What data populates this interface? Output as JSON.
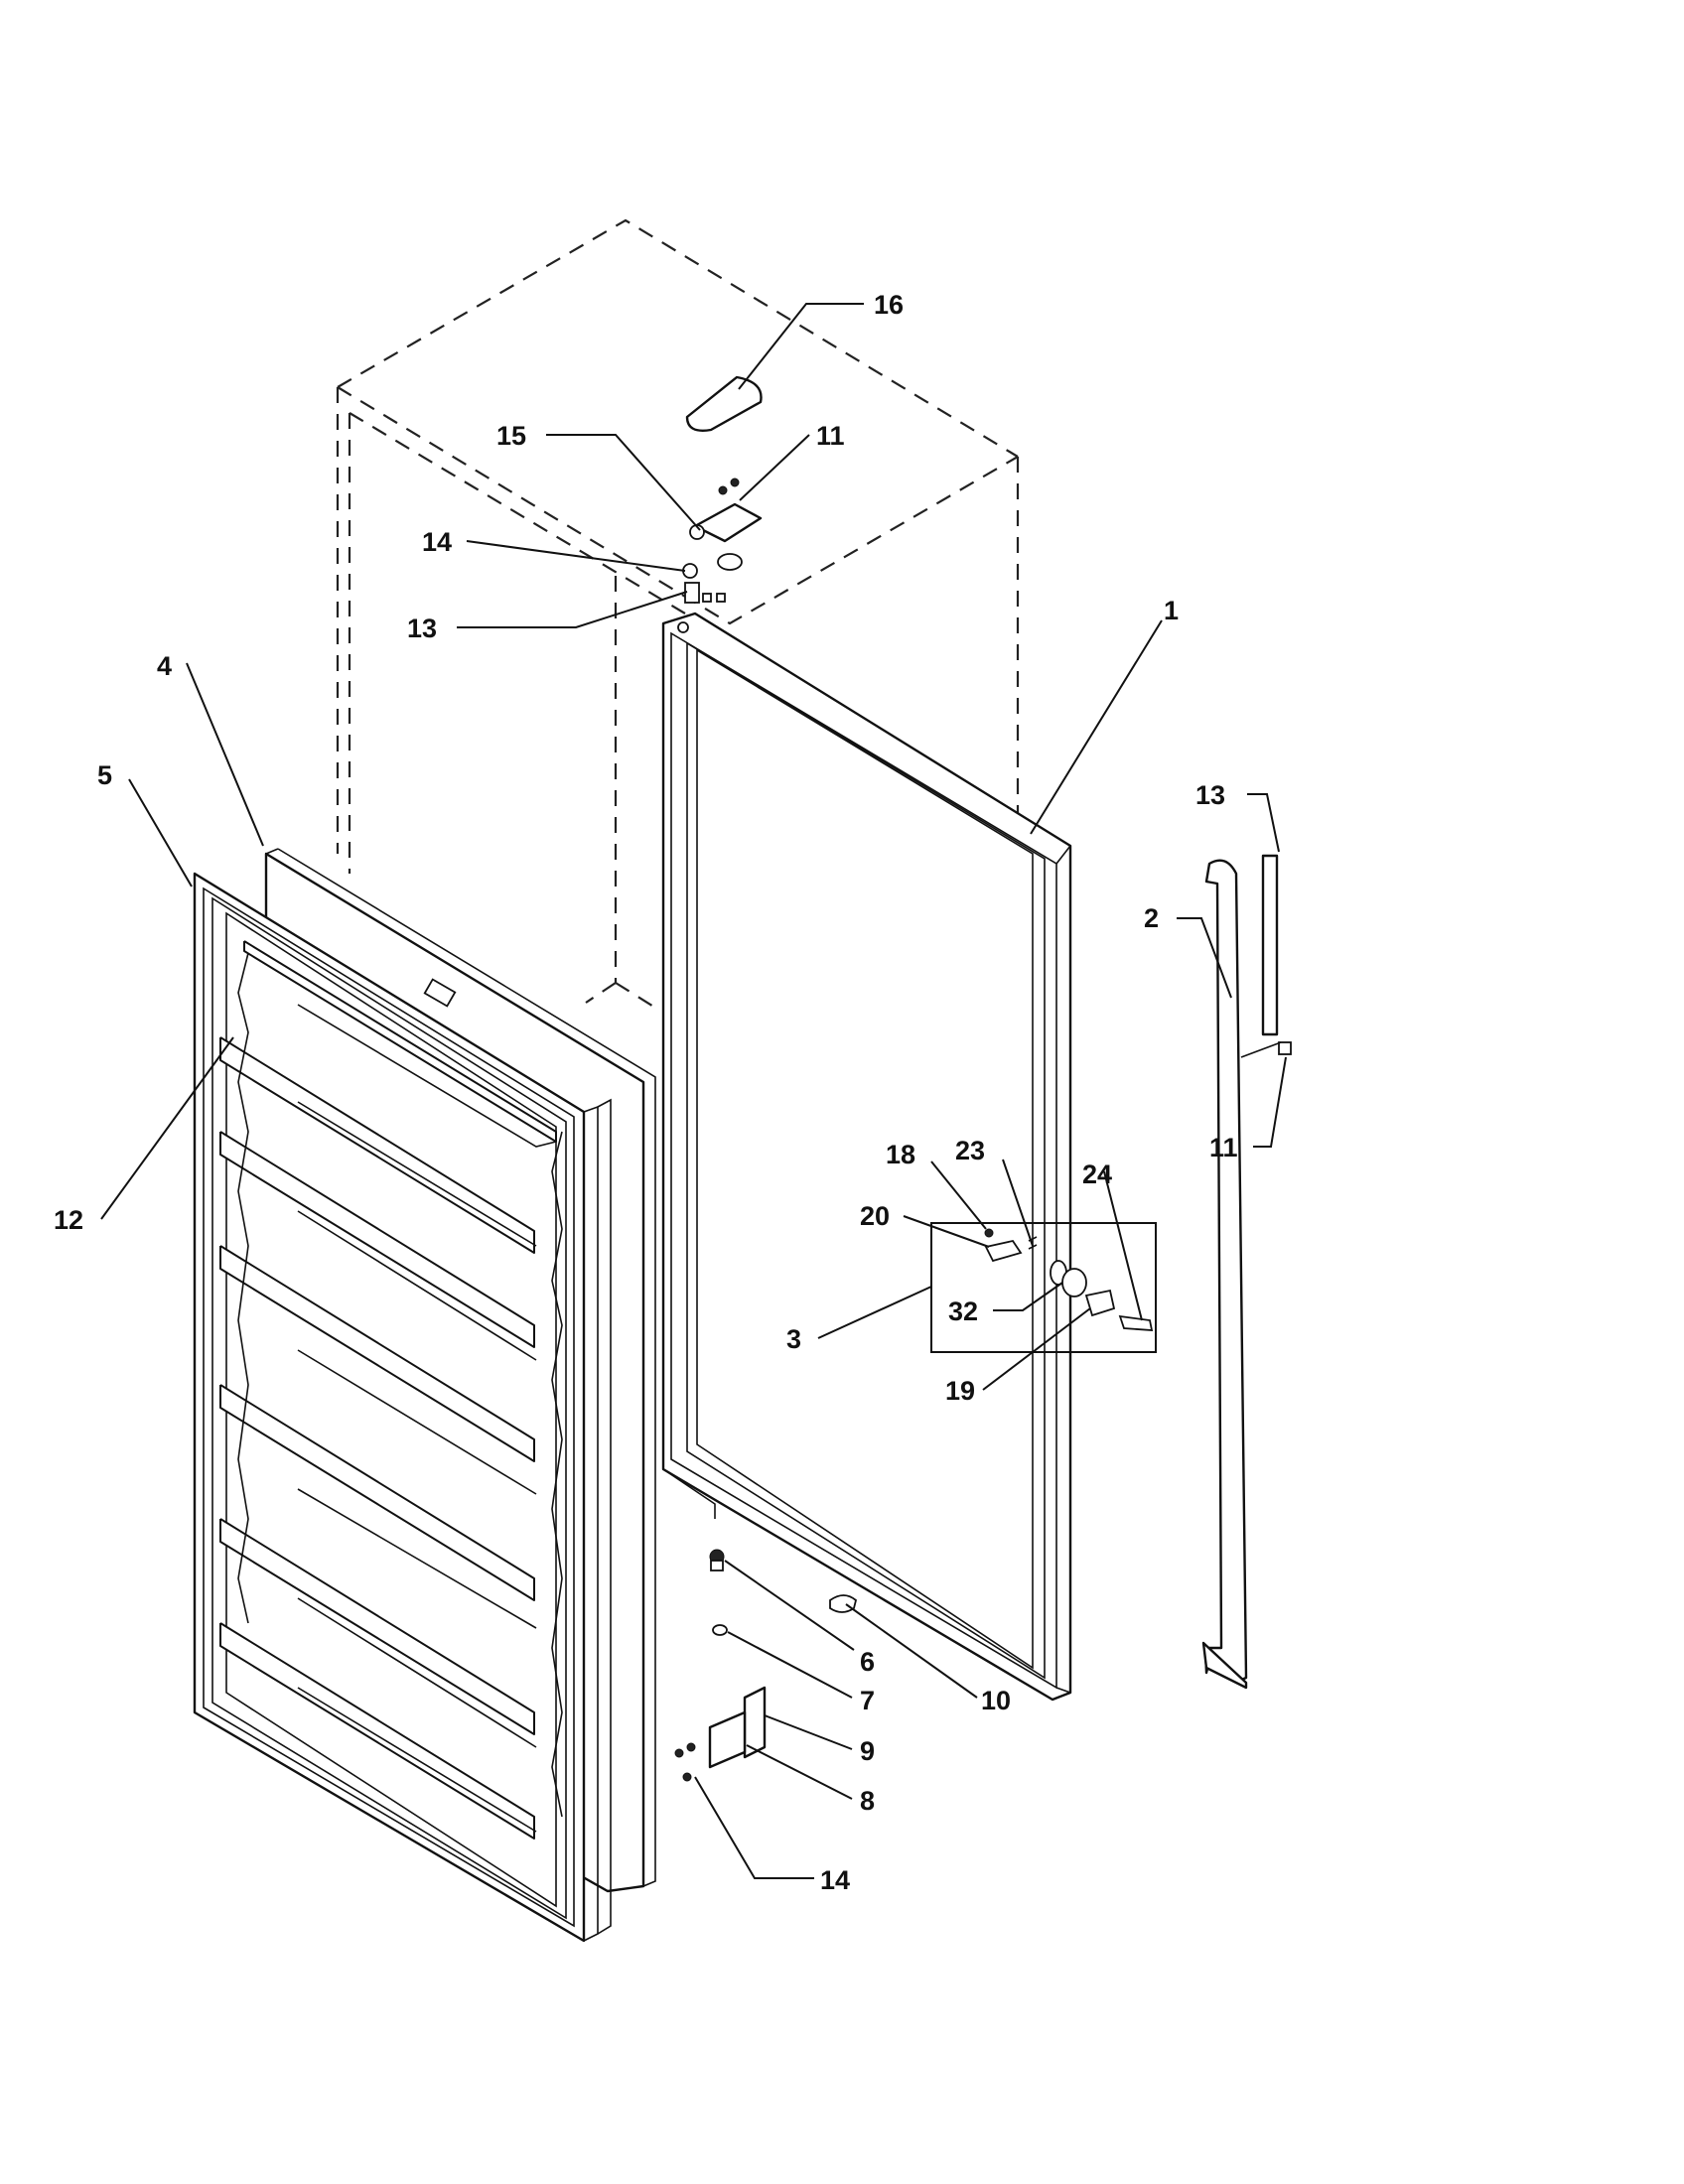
{
  "diagram": {
    "callouts": [
      {
        "id": "16",
        "text": "16"
      },
      {
        "id": "15",
        "text": "15"
      },
      {
        "id": "11a",
        "text": "11"
      },
      {
        "id": "14a",
        "text": "14"
      },
      {
        "id": "13a",
        "text": "13"
      },
      {
        "id": "1",
        "text": "1"
      },
      {
        "id": "4",
        "text": "4"
      },
      {
        "id": "5",
        "text": "5"
      },
      {
        "id": "13b",
        "text": "13"
      },
      {
        "id": "2",
        "text": "2"
      },
      {
        "id": "11b",
        "text": "11"
      },
      {
        "id": "12",
        "text": "12"
      },
      {
        "id": "23",
        "text": "23"
      },
      {
        "id": "18",
        "text": "18"
      },
      {
        "id": "24",
        "text": "24"
      },
      {
        "id": "20",
        "text": "20"
      },
      {
        "id": "32",
        "text": "32"
      },
      {
        "id": "3",
        "text": "3"
      },
      {
        "id": "19",
        "text": "19"
      },
      {
        "id": "6",
        "text": "6"
      },
      {
        "id": "10",
        "text": "10"
      },
      {
        "id": "7",
        "text": "7"
      },
      {
        "id": "9",
        "text": "9"
      },
      {
        "id": "8",
        "text": "8"
      },
      {
        "id": "14b",
        "text": "14"
      }
    ]
  }
}
